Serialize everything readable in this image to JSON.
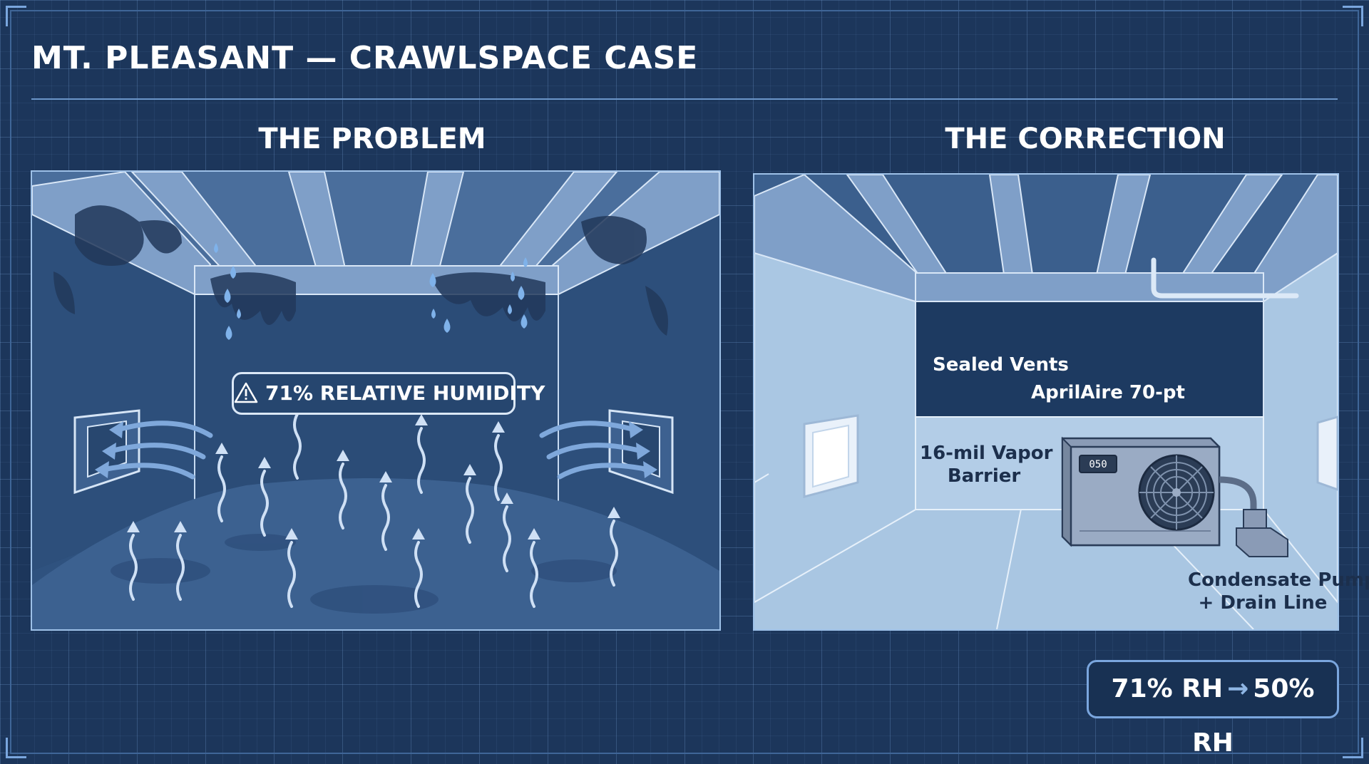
{
  "title": "MT. PLEASANT — CRAWLSPACE CASE",
  "problem": {
    "heading": "THE PROBLEM",
    "callout": "71% RELATIVE HUMIDITY"
  },
  "correction": {
    "heading": "THE CORRECTION",
    "labels": {
      "sealed_vents": "Sealed Vents",
      "dehumidifier": "AprilAire 70-pt",
      "vapor_barrier_line1": "16-mil Vapor",
      "vapor_barrier_line2": "Barrier",
      "pump_line1": "Condensate Pump",
      "pump_line2": "+ Drain Line",
      "display": "050"
    }
  },
  "result": {
    "before": "71% RH",
    "after": "50% RH"
  },
  "colors": {
    "background": "#1c365b",
    "problem_panel": "#2a4a74",
    "correction_floor": "#a9c6e2",
    "accent_line": "#6b95c9",
    "arrow": "#8fb6e4"
  },
  "icons": [
    "warning-icon",
    "water-drop-icon",
    "airflow-arrow-icon",
    "vapor-arrow-icon",
    "dehumidifier-icon",
    "fan-icon",
    "right-arrow-icon"
  ]
}
